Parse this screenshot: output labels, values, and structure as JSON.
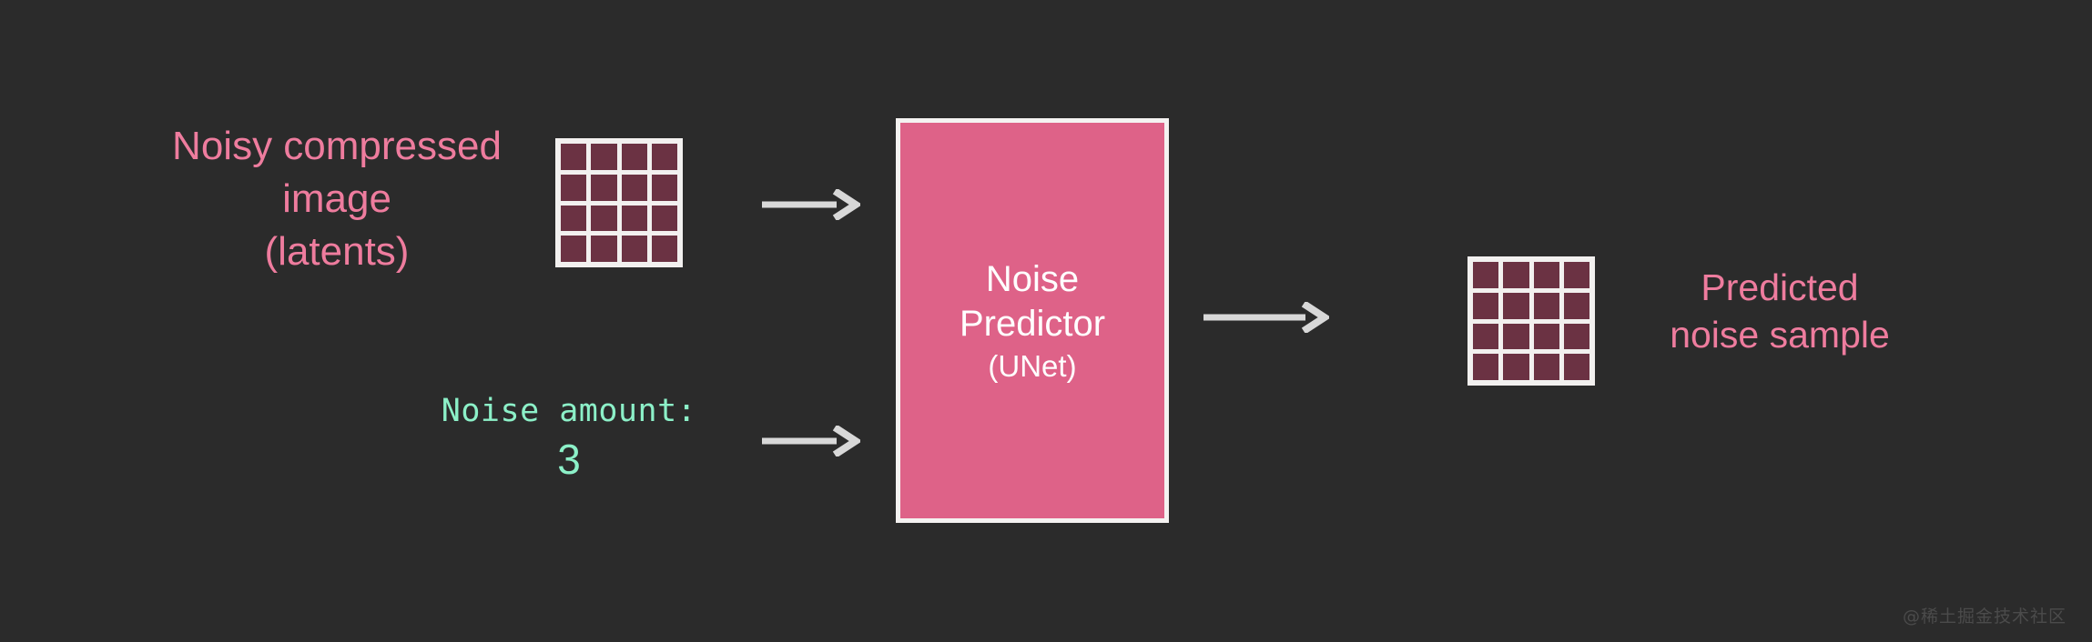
{
  "diagram": {
    "title": "Noise Predictor (UNet) diagram",
    "background_color": "#2b2b2b",
    "colors": {
      "pink_text": "#ee7c9e",
      "pink_box": "#de6288",
      "maroon_cell": "#6b3243",
      "grid_line": "#f2f0ef",
      "teal_text": "#8cf0c8",
      "arrow": "#d8d8d8",
      "box_text": "#ffffff",
      "watermark": "#4b4b4b"
    }
  },
  "input": {
    "label": "Noisy compressed\nimage\n(latents)",
    "grid": {
      "rows": 4,
      "cols": 4,
      "cell_count": 16,
      "cell_color": "#6b3243"
    }
  },
  "noise_amount": {
    "label": "Noise amount:",
    "value": "3"
  },
  "unet": {
    "title": "Noise\nPredictor",
    "subtitle": "(UNet)"
  },
  "output": {
    "label": "Predicted\nnoise sample",
    "grid": {
      "rows": 4,
      "cols": 4,
      "cell_count": 16,
      "cell_color": "#6b3243"
    }
  },
  "arrows": [
    {
      "name": "latents-to-unet",
      "direction": "right"
    },
    {
      "name": "noise-amount-to-unet",
      "direction": "right"
    },
    {
      "name": "unet-to-output",
      "direction": "right"
    }
  ],
  "watermark": {
    "text": "@稀土掘金技术社区"
  }
}
